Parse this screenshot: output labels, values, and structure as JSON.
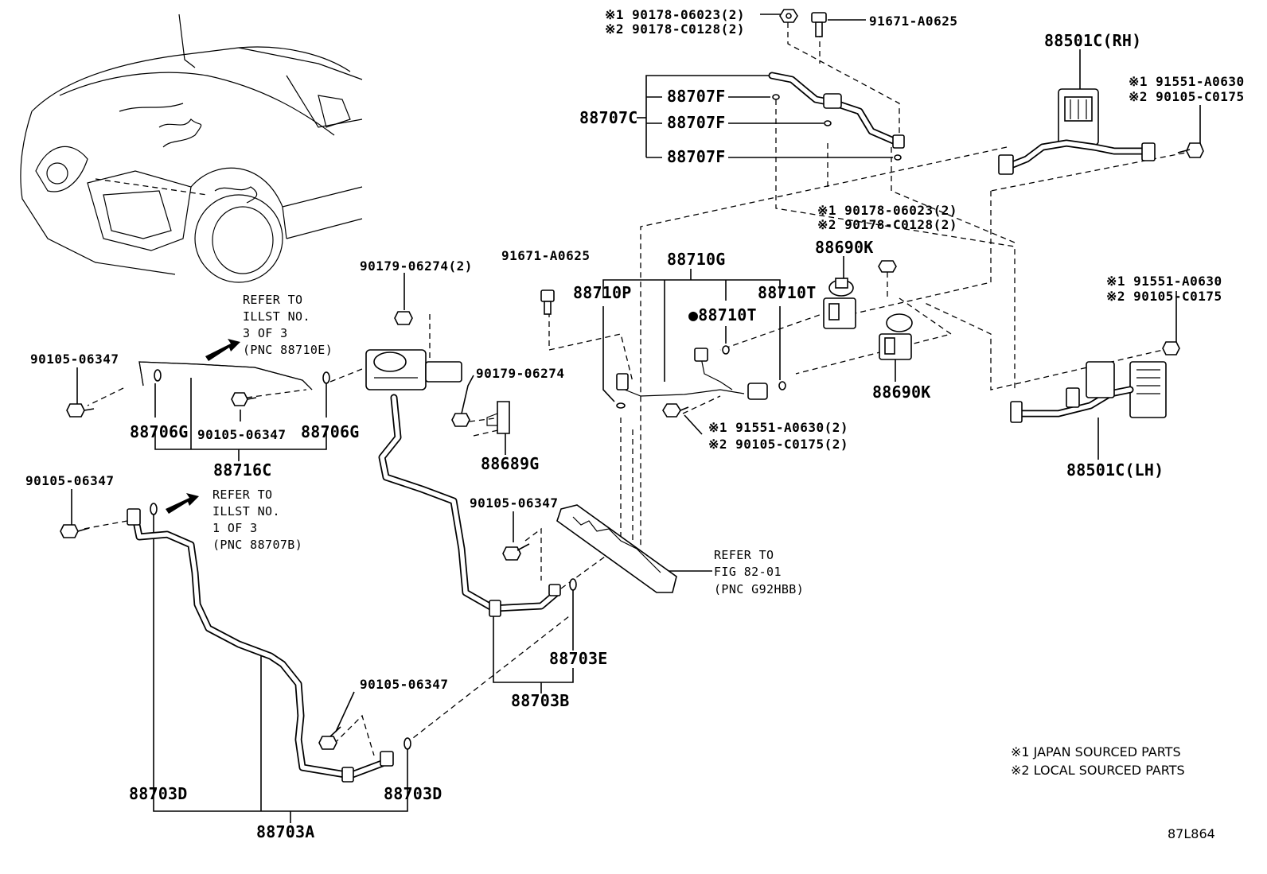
{
  "labels": {
    "p91671_top": "91671-A0625",
    "p90178_a1": "※1 90178-06023(2)",
    "p90178_a2": "※2 90178-C0128(2)",
    "p88501c_rh": "88501C(RH)",
    "p91551_rh1": "※1 91551-A0630",
    "p90105_rh2": "※2 90105-C0175",
    "p88707f_1": "88707F",
    "p88707f_2": "88707F",
    "p88707f_3": "88707F",
    "p88707c": "88707C",
    "p90178_b1": "※1 90178-06023(2)",
    "p90178_b2": "※2 90178-C0128(2)",
    "p88690k_top": "88690K",
    "p91671_mid": "91671-A0625",
    "p88710g": "88710G",
    "p88710p": "88710P",
    "p88710t_r": "88710T",
    "p88710t_bullet": "●88710T",
    "p91551_lh1": "※1 91551-A0630",
    "p90105_lh2": "※2 90105-C0175",
    "p88690k_bot": "88690K",
    "p91551_mid1": "※1 91551-A0630(2)",
    "p90105_mid2": "※2 90105-C0175(2)",
    "p88501c_lh": "88501C(LH)",
    "p90179_top": "90179-06274(2)",
    "p90179_mid": "90179-06274",
    "p88689g": "88689G",
    "p90105_a": "90105-06347",
    "p90105_b": "90105-06347",
    "p88706g_l": "88706G",
    "p88706g_r": "88706G",
    "p88716c": "88716C",
    "p90105_c": "90105-06347",
    "p90105_d": "90105-06347",
    "p88703e": "88703E",
    "p88703b": "88703B",
    "p90105_e": "90105-06347",
    "p88703d_l": "88703D",
    "p88703d_r": "88703D",
    "p88703a": "88703A"
  },
  "references": {
    "ref1": [
      "REFER TO",
      "ILLST NO.",
      "3 OF 3",
      "(PNC 88710E)"
    ],
    "ref2": [
      "REFER TO",
      "ILLST NO.",
      "1 OF 3",
      "(PNC 88707B)"
    ],
    "ref3": [
      "REFER TO",
      "FIG 82-01",
      "(PNC G92HBB)"
    ]
  },
  "notes": {
    "note1": "※1 JAPAN SOURCED PARTS",
    "note2": "※2 LOCAL SOURCED PARTS"
  },
  "illustration_id": "87L864"
}
